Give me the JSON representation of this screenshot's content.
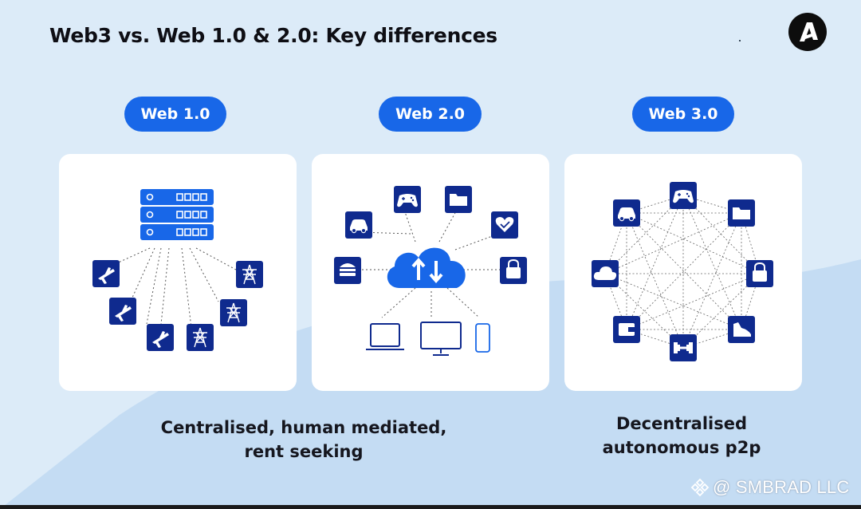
{
  "title": "Web3 vs. Web 1.0 & 2.0: Key differences",
  "labels": {
    "web1": "Web 1.0",
    "web2": "Web 2.0",
    "web3": "Web 3.0"
  },
  "captions": {
    "left_line1": "Centralised, human mediated,",
    "left_line2": "rent seeking",
    "right_line1": "Decentralised",
    "right_line2": "autonomous p2p"
  },
  "watermark": "@ SMBRAD LLC",
  "colors": {
    "background": "#dcebf8",
    "wave": "#c4dcf3",
    "accent_blue": "#1867e8",
    "icon_navy": "#0f2a8e",
    "card": "#ffffff"
  },
  "icons": {
    "web1": [
      "server-icon",
      "airplane-icon",
      "airplane-icon",
      "airplane-icon",
      "power-tower-icon",
      "power-tower-icon",
      "power-tower-icon"
    ],
    "web2": [
      "cloud-upload-download-icon",
      "car-icon",
      "gamepad-icon",
      "folder-icon",
      "heart-icon",
      "lock-icon",
      "burger-icon",
      "laptop-icon",
      "monitor-icon",
      "phone-icon"
    ],
    "web3": [
      "gamepad-icon",
      "folder-icon",
      "lock-icon",
      "shoe-icon",
      "dumbbell-icon",
      "wallet-icon",
      "cloud-icon",
      "car-icon"
    ]
  }
}
